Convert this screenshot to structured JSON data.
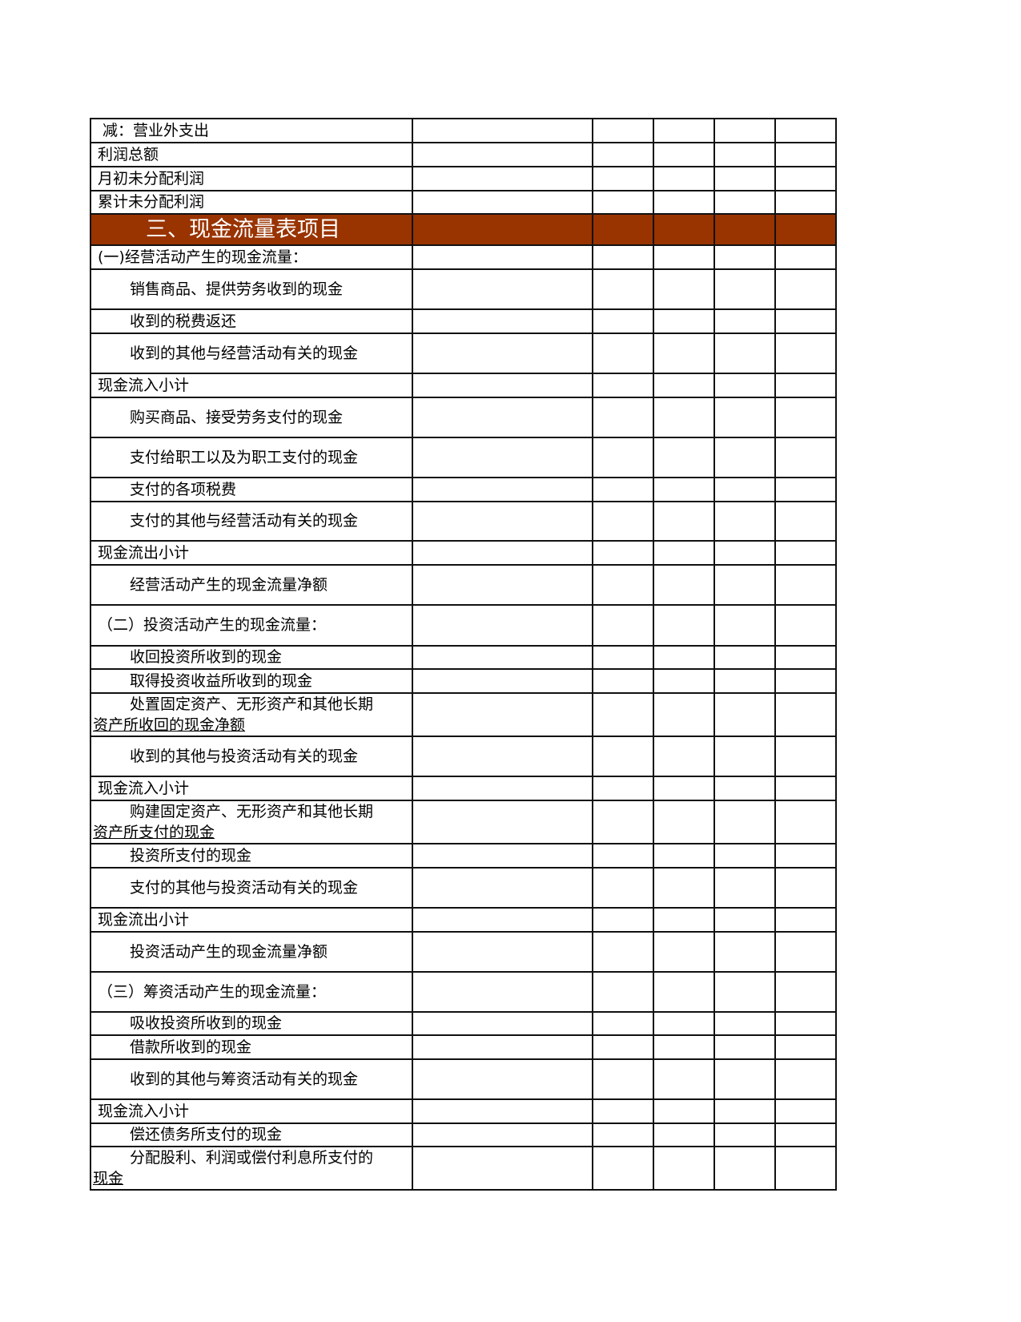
{
  "section_title": "三、现金流量表项目",
  "rows": [
    {
      "label": "减：营业外支出",
      "height": 30,
      "style": "indent1"
    },
    {
      "label": "利润总额",
      "height": 30,
      "style": "label"
    },
    {
      "label": "月初未分配利润",
      "height": 30,
      "style": "label"
    },
    {
      "label": "累计未分配利润",
      "height": 29,
      "style": "label"
    },
    {
      "label": "三、现金流量表项目",
      "height": 39,
      "style": "section"
    },
    {
      "label": "(一)经营活动产生的现金流量：",
      "height": 30,
      "style": "label"
    },
    {
      "label": "销售商品、提供劳务收到的现金",
      "height": 50,
      "style": "indent2"
    },
    {
      "label": "收到的税费返还",
      "height": 30,
      "style": "indent2"
    },
    {
      "label": "收到的其他与经营活动有关的现金",
      "height": 50,
      "style": "indent2"
    },
    {
      "label": "现金流入小计",
      "height": 30,
      "style": "label"
    },
    {
      "label": "购买商品、接受劳务支付的现金",
      "height": 50,
      "style": "indent2"
    },
    {
      "label": "支付给职工以及为职工支付的现金",
      "height": 50,
      "style": "indent2"
    },
    {
      "label": "支付的各项税费",
      "height": 30,
      "style": "indent2"
    },
    {
      "label": "支付的其他与经营活动有关的现金",
      "height": 49,
      "style": "indent2"
    },
    {
      "label": "现金流出小计",
      "height": 30,
      "style": "label"
    },
    {
      "label": "经营活动产生的现金流量净额",
      "height": 50,
      "style": "indent2"
    },
    {
      "label": "（二）投资活动产生的现金流量：",
      "height": 51,
      "style": "label"
    },
    {
      "label": "收回投资所收到的现金",
      "height": 29,
      "style": "indent2"
    },
    {
      "label": "取得投资收益所收到的现金",
      "height": 30,
      "style": "indent2"
    },
    {
      "label": "处置固定资产、无形资产和其他长期资产所收回的现金净额",
      "first": "处置固定资产、无形资产和其他长期",
      "rest": "资产所收回的现金净额",
      "height": 50,
      "style": "wrap"
    },
    {
      "label": "收到的其他与投资活动有关的现金",
      "height": 50,
      "style": "indent2"
    },
    {
      "label": "现金流入小计",
      "height": 30,
      "style": "label"
    },
    {
      "label": "购建固定资产、无形资产和其他长期资产所支付的现金",
      "first": "购建固定资产、无形资产和其他长期",
      "rest": "资产所支付的现金",
      "height": 49,
      "style": "wrap"
    },
    {
      "label": "投资所支付的现金",
      "height": 30,
      "style": "indent2"
    },
    {
      "label": "支付的其他与投资活动有关的现金",
      "height": 50,
      "style": "indent2"
    },
    {
      "label": "现金流出小计",
      "height": 30,
      "style": "label"
    },
    {
      "label": "投资活动产生的现金流量净额",
      "height": 50,
      "style": "indent2"
    },
    {
      "label": "（三）筹资活动产生的现金流量：",
      "height": 50,
      "style": "label"
    },
    {
      "label": "吸收投资所收到的现金",
      "height": 29,
      "style": "indent2"
    },
    {
      "label": "借款所收到的现金",
      "height": 30,
      "style": "indent2"
    },
    {
      "label": "收到的其他与筹资活动有关的现金",
      "height": 50,
      "style": "indent2"
    },
    {
      "label": "现金流入小计",
      "height": 30,
      "style": "label"
    },
    {
      "label": "偿还债务所支付的现金",
      "height": 29,
      "style": "indent2"
    },
    {
      "label": "分配股利、利润或偿付利息所支付的现金",
      "first": "分配股利、利润或偿付利息所支付的",
      "rest": "现金",
      "height": 50,
      "style": "wrap"
    }
  ],
  "value_columns": 5,
  "colors": {
    "section_fill": "#993300",
    "section_text": "#ffffff",
    "border": "#111111"
  }
}
